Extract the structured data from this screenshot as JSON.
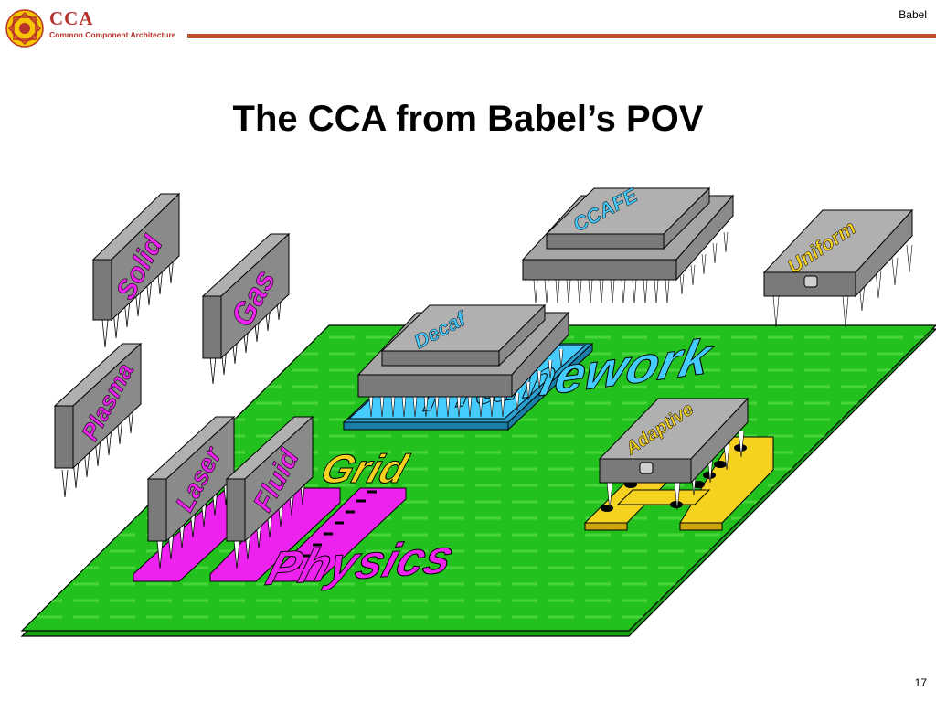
{
  "header": {
    "logo_text": "CCA",
    "logo_subtitle": "Common Component Architecture",
    "right_label": "Babel"
  },
  "slide": {
    "title": "The CCA from Babel’s POV",
    "page_number": "17"
  },
  "diagram": {
    "board_labels": {
      "framework": "Framework",
      "grid": "Grid",
      "physics": "Physics"
    },
    "chips": {
      "solid": "Solid",
      "gas": "Gas",
      "plasma": "Plasma",
      "laser": "Laser",
      "fluid": "Fluid",
      "ccafe": "CCAFE",
      "decaf": "Decaf",
      "uniform": "Uniform",
      "adaptive": "Adaptive"
    },
    "colors": {
      "board": "#22c11e",
      "physics": "#ee22ee",
      "framework": "#44ccff",
      "grid": "#f5d21f",
      "chip": "#8a8a8a"
    }
  }
}
